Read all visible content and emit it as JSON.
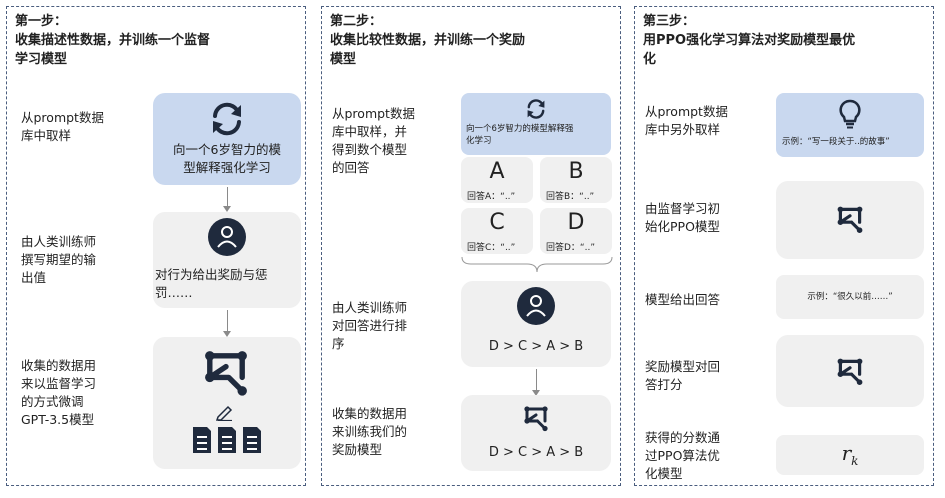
{
  "step1": {
    "title": "第一步：\n收集描述性数据，并训练一个监督\n学习模型",
    "label_sample": "从prompt数据\n库中取样",
    "prompt_text": "向一个6岁智力的模\n型解释强化学习",
    "label_labeler": "由人类训练师\n撰写期望的输\n出值",
    "labeler_output": "对行为给出奖励与惩\n罚……",
    "label_finetune": "收集的数据用\n来以监督学习\n的方式微调\nGPT-3.5模型"
  },
  "step2": {
    "title": "第二步：\n收集比较性数据，并训练一个奖励\n模型",
    "label_sample": "从prompt数据\n库中取样，并\n得到数个模型\n的回答",
    "prompt_text": "向一个6岁智力的模型解释强\n化学习",
    "answers": [
      {
        "letter": "A",
        "text": "回答A：“..”"
      },
      {
        "letter": "B",
        "text": "回答B：“..”"
      },
      {
        "letter": "C",
        "text": "回答C：“..”"
      },
      {
        "letter": "D",
        "text": "回答D：“..”"
      }
    ],
    "label_rank": "由人类训练师\n对回答进行排\n序",
    "ranking": "D > C > A > B",
    "label_train": "收集的数据用\n来训练我们的\n奖励模型",
    "ranking2": "D > C > A > B"
  },
  "step3": {
    "title": "第三步：\n用PPO强化学习算法对奖励模型最优\n化",
    "label_sample": "从prompt数据\n库中另外取样",
    "example1": "示例：“写一段关于..的故事”",
    "label_init": "由监督学习初\n始化PPO模型",
    "label_output": "模型给出回答",
    "example2": "示例：“很久以前……”",
    "label_reward": "奖励模型对回\n答打分",
    "label_update": "获得的分数通\n过PPO算法优\n化模型",
    "reward_symbol": "r",
    "reward_sub": "k"
  },
  "colors": {
    "blue_card": "#c9d8ef",
    "grey_card": "#f0f0f0",
    "dark_icon": "#1f2a3d",
    "border": "#4a5d7e"
  }
}
